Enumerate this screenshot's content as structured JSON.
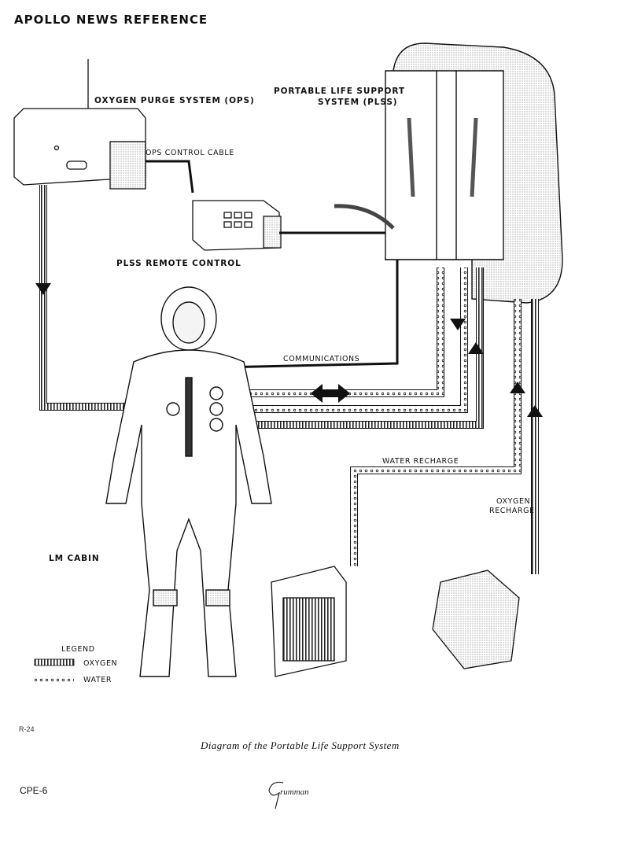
{
  "header": {
    "title": "APOLLO NEWS REFERENCE"
  },
  "labels": {
    "ops": "OXYGEN PURGE SYSTEM (OPS)",
    "plss_line1": "PORTABLE LIFE SUPPORT",
    "plss_line2": "SYSTEM (PLSS)",
    "ops_cable": "OPS CONTROL CABLE",
    "remote": "PLSS REMOTE CONTROL",
    "communications": "COMMUNICATIONS",
    "water_recharge": "WATER RECHARGE",
    "oxygen_recharge_line1": "OXYGEN",
    "oxygen_recharge_line2": "RECHARGE",
    "lm_cabin": "LM CABIN"
  },
  "legend": {
    "title": "LEGEND",
    "items": [
      {
        "label": "OXYGEN"
      },
      {
        "label": "WATER"
      }
    ]
  },
  "figure_number": "R-24",
  "caption": "Diagram of the Portable Life Support System",
  "footer": {
    "page": "CPE-6",
    "logo": "Grumman"
  }
}
